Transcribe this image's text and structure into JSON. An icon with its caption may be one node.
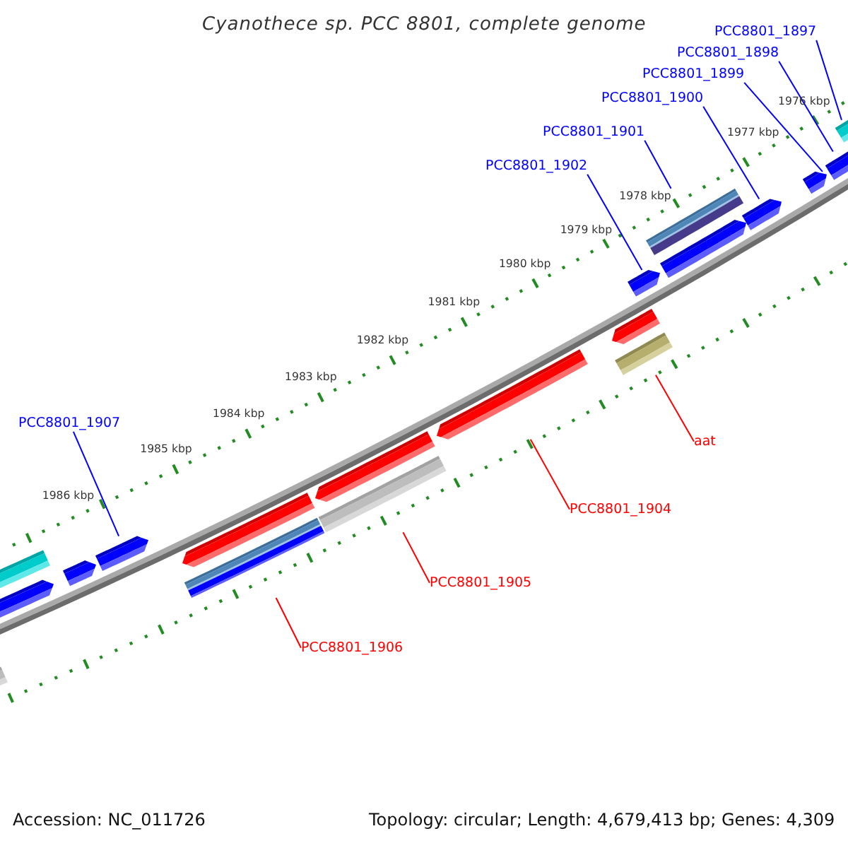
{
  "diagram": {
    "title": "Cyanothece sp. PCC 8801, complete genome",
    "nodes": [
      {
        "text": [
          "PCC8801_1897"
        ]
      },
      {
        "text": [
          "PCC8801_1898"
        ]
      },
      {
        "text": [
          "PCC8801_1899"
        ]
      },
      {
        "text": [
          "PCC8801_1900"
        ]
      },
      {
        "text": [
          "PCC8801_1901"
        ]
      },
      {
        "text": [
          "PCC8801_1902"
        ]
      },
      {
        "text": [
          "PCC8801_1907"
        ]
      },
      {
        "text": [
          "aat"
        ]
      },
      {
        "text": [
          "PCC8801_1904"
        ]
      },
      {
        "text": [
          "PCC8801_1905"
        ]
      },
      {
        "text": [
          "PCC8801_1906"
        ]
      },
      {
        "text": [],
        "shape": "bar"
      },
      {
        "text": [],
        "shape": "pentagon"
      },
      {
        "text": [],
        "shape": "bar"
      },
      {
        "text": [],
        "shape": "pentagon"
      },
      {
        "text": [],
        "shape": "pentagon"
      },
      {
        "text": [],
        "shape": "pentagon"
      },
      {
        "text": [],
        "shape": "bar"
      },
      {
        "text": [],
        "shape": "pentagon"
      },
      {
        "text": [],
        "shape": "bar"
      },
      {
        "text": [],
        "shape": "pentagon"
      },
      {
        "text": [],
        "shape": "pentagon"
      },
      {
        "text": [],
        "shape": "bar"
      },
      {
        "text": [],
        "shape": "pentagon"
      },
      {
        "text": [],
        "shape": "bar"
      },
      {
        "text": [],
        "shape": "pentagon"
      },
      {
        "text": [],
        "shape": "pentagon"
      },
      {
        "text": [],
        "shape": "pentagon"
      },
      {
        "text": [],
        "shape": "pentagon"
      },
      {
        "text": [],
        "shape": "bar"
      }
    ],
    "edges": [
      {
        "from": 0,
        "to": 29,
        "arrow": "none"
      },
      {
        "from": 1,
        "to": 28,
        "arrow": "none"
      },
      {
        "from": 2,
        "to": 27,
        "arrow": "none"
      },
      {
        "from": 3,
        "to": 26,
        "arrow": "none"
      },
      {
        "from": 4,
        "to": 24,
        "arrow": "none"
      },
      {
        "from": 5,
        "to": 23,
        "arrow": "none"
      },
      {
        "from": 6,
        "to": 15,
        "arrow": "none"
      },
      {
        "from": 7,
        "to": 22,
        "arrow": "none",
        "color": "#ff0000"
      },
      {
        "from": 8,
        "to": 20,
        "arrow": "none",
        "color": "#ff0000"
      },
      {
        "from": 9,
        "to": 19,
        "arrow": "none",
        "color": "#ff0000"
      },
      {
        "from": 10,
        "to": 17,
        "arrow": "none",
        "color": "#ff0000"
      }
    ],
    "labels": [
      "1976 kbp",
      "1977 kbp",
      "1978 kbp",
      "1979 kbp",
      "1980 kbp",
      "1981 kbp",
      "1982 kbp",
      "1983 kbp",
      "1984 kbp",
      "1985 kbp",
      "1986 kbp",
      "Accession: NC_011726",
      "Topology: circular; Length: 4,679,413 bp; Genes: 4,309"
    ]
  }
}
